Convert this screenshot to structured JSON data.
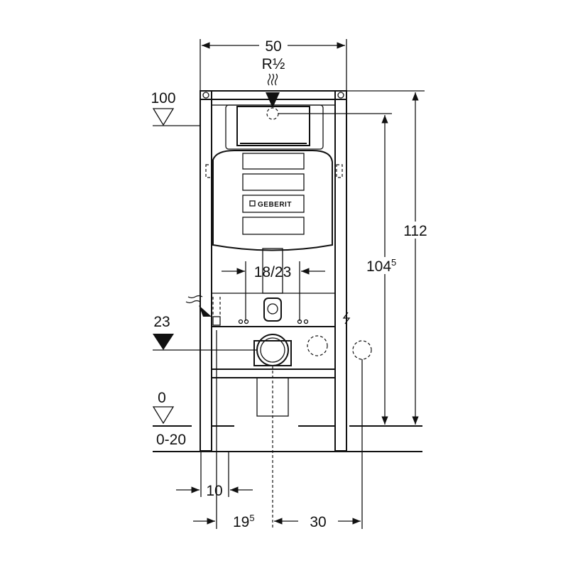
{
  "drawing": {
    "width_label": "50",
    "connection_label": "R½",
    "level_top_label": "100",
    "height_total_label": "112",
    "height_inner_main": "104",
    "height_inner_sup": "5",
    "spacing_label": "18/23",
    "level_pipe_label": "23",
    "level_floor_label": "0",
    "floor_range_label": "0-20",
    "bottom_offset_label": "10",
    "center_offset_main": "19",
    "center_offset_sup": "5",
    "drain_offset_label": "30",
    "brand_logo": "GEBERIT"
  }
}
